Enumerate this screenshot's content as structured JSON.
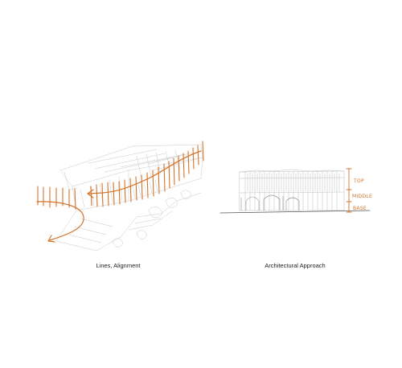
{
  "captions": {
    "left": "Lines, Alignment",
    "right": "Architectural Approach"
  },
  "annotations": {
    "top": "TOP",
    "middle": "MIDDLE",
    "base": "BASE"
  },
  "colors": {
    "accent": "#d4732a",
    "sketch_line": "#c4c4c4",
    "sketch_dark": "#8a8a8a",
    "ground": "#555555",
    "caption_text": "#222222"
  },
  "icons": [
    "arrow-left-icon",
    "arrow-down-left-icon"
  ]
}
